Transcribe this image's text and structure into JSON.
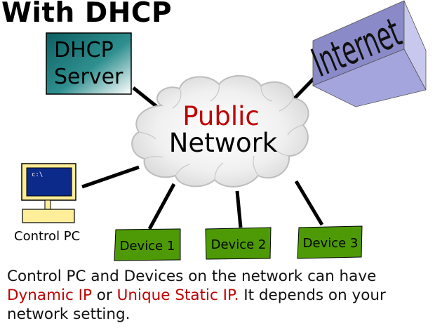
{
  "title": "With DHCP",
  "dhcp_server": {
    "line1": "DHCP",
    "line2": "Server"
  },
  "internet": {
    "label": "Internet"
  },
  "cloud": {
    "line1": "Public",
    "line2": "Network"
  },
  "control_pc": {
    "screen_text": "c:\\",
    "label": "Control PC"
  },
  "devices": [
    "Device 1",
    "Device 2",
    "Device 3"
  ],
  "caption": {
    "line1": "Control PC and Devices on the network can have",
    "dynamic_ip": "Dynamic IP",
    "or": " or ",
    "static_ip": "Unique Static IP.",
    "rest": " It depends on your",
    "line3": "network setting."
  },
  "colors": {
    "text_red": "#c00000",
    "device_green": "#4e9a06",
    "dhcp_teal": "#0a6b6b",
    "internet_purple": "#8b8bcc",
    "pc_screen": "#0c2a8a",
    "pc_yellow": "#ffee99"
  }
}
